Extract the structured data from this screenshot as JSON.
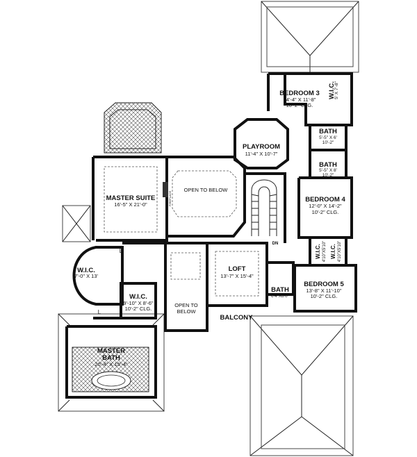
{
  "plan": {
    "rooms": [
      {
        "id": "bedroom3",
        "name": "BEDROOM 3",
        "dims": "14'-4\" X 11'-8\"",
        "ceiling": "10'-2\" CLG."
      },
      {
        "id": "wic-bed3",
        "name": "W.I.C.",
        "dims": "5' X 7'-8\""
      },
      {
        "id": "bath-a",
        "name": "BATH",
        "dims": "5'-5\" X 6'",
        "ceiling": "10'-2\""
      },
      {
        "id": "bath-b",
        "name": "BATH",
        "dims": "5'-5\" X 8'",
        "ceiling": "10'-2\""
      },
      {
        "id": "playroom",
        "name": "PLAYROOM",
        "dims": "11'-4\" X 10'-7\""
      },
      {
        "id": "open-below-1",
        "name": "OPEN TO BELOW"
      },
      {
        "id": "master-suite",
        "name": "MASTER SUITE",
        "dims": "16'-5\" X 21'-0\""
      },
      {
        "id": "fireplace",
        "name": "FIREPLACE"
      },
      {
        "id": "bedroom4",
        "name": "BEDROOM 4",
        "dims": "12'-0\" X 14'-2\"",
        "ceiling": "10'-2\" CLG."
      },
      {
        "id": "wic-bed4-a",
        "name": "W.I.C.",
        "dims": "4'10\"X5'10\""
      },
      {
        "id": "wic-bed4-b",
        "name": "W.I.C.",
        "dims": "4'10\"X5'10\""
      },
      {
        "id": "wic-master",
        "name": "W.I.C.",
        "dims": "7'-0\" X 13'"
      },
      {
        "id": "wic-2",
        "name": "W.I.C.",
        "dims": "9'-10\" X 8'-6\"",
        "ceiling": "10'-2\" CLG."
      },
      {
        "id": "loft",
        "name": "LOFT",
        "dims": "13'-7\" X 15'-4\""
      },
      {
        "id": "bath-c",
        "name": "BATH",
        "dims": "6'4\"X8'0\""
      },
      {
        "id": "bedroom5",
        "name": "BEDROOM 5",
        "dims": "13'-8\" X 11'-10\"",
        "ceiling": "10'-2\" CLG."
      },
      {
        "id": "open-below-2",
        "name": "OPEN TO",
        "name2": "BELOW"
      },
      {
        "id": "balcony",
        "name": "BALCONY"
      },
      {
        "id": "master-bath",
        "name": "MASTER",
        "name2": "BATH",
        "dims": "20'-4\" X 15'-4\""
      }
    ],
    "stair_label": "DN",
    "linen_labels": [
      "L",
      "L"
    ],
    "colors": {
      "wall": "#111111",
      "roof": "#444444",
      "background": "#ffffff"
    }
  }
}
